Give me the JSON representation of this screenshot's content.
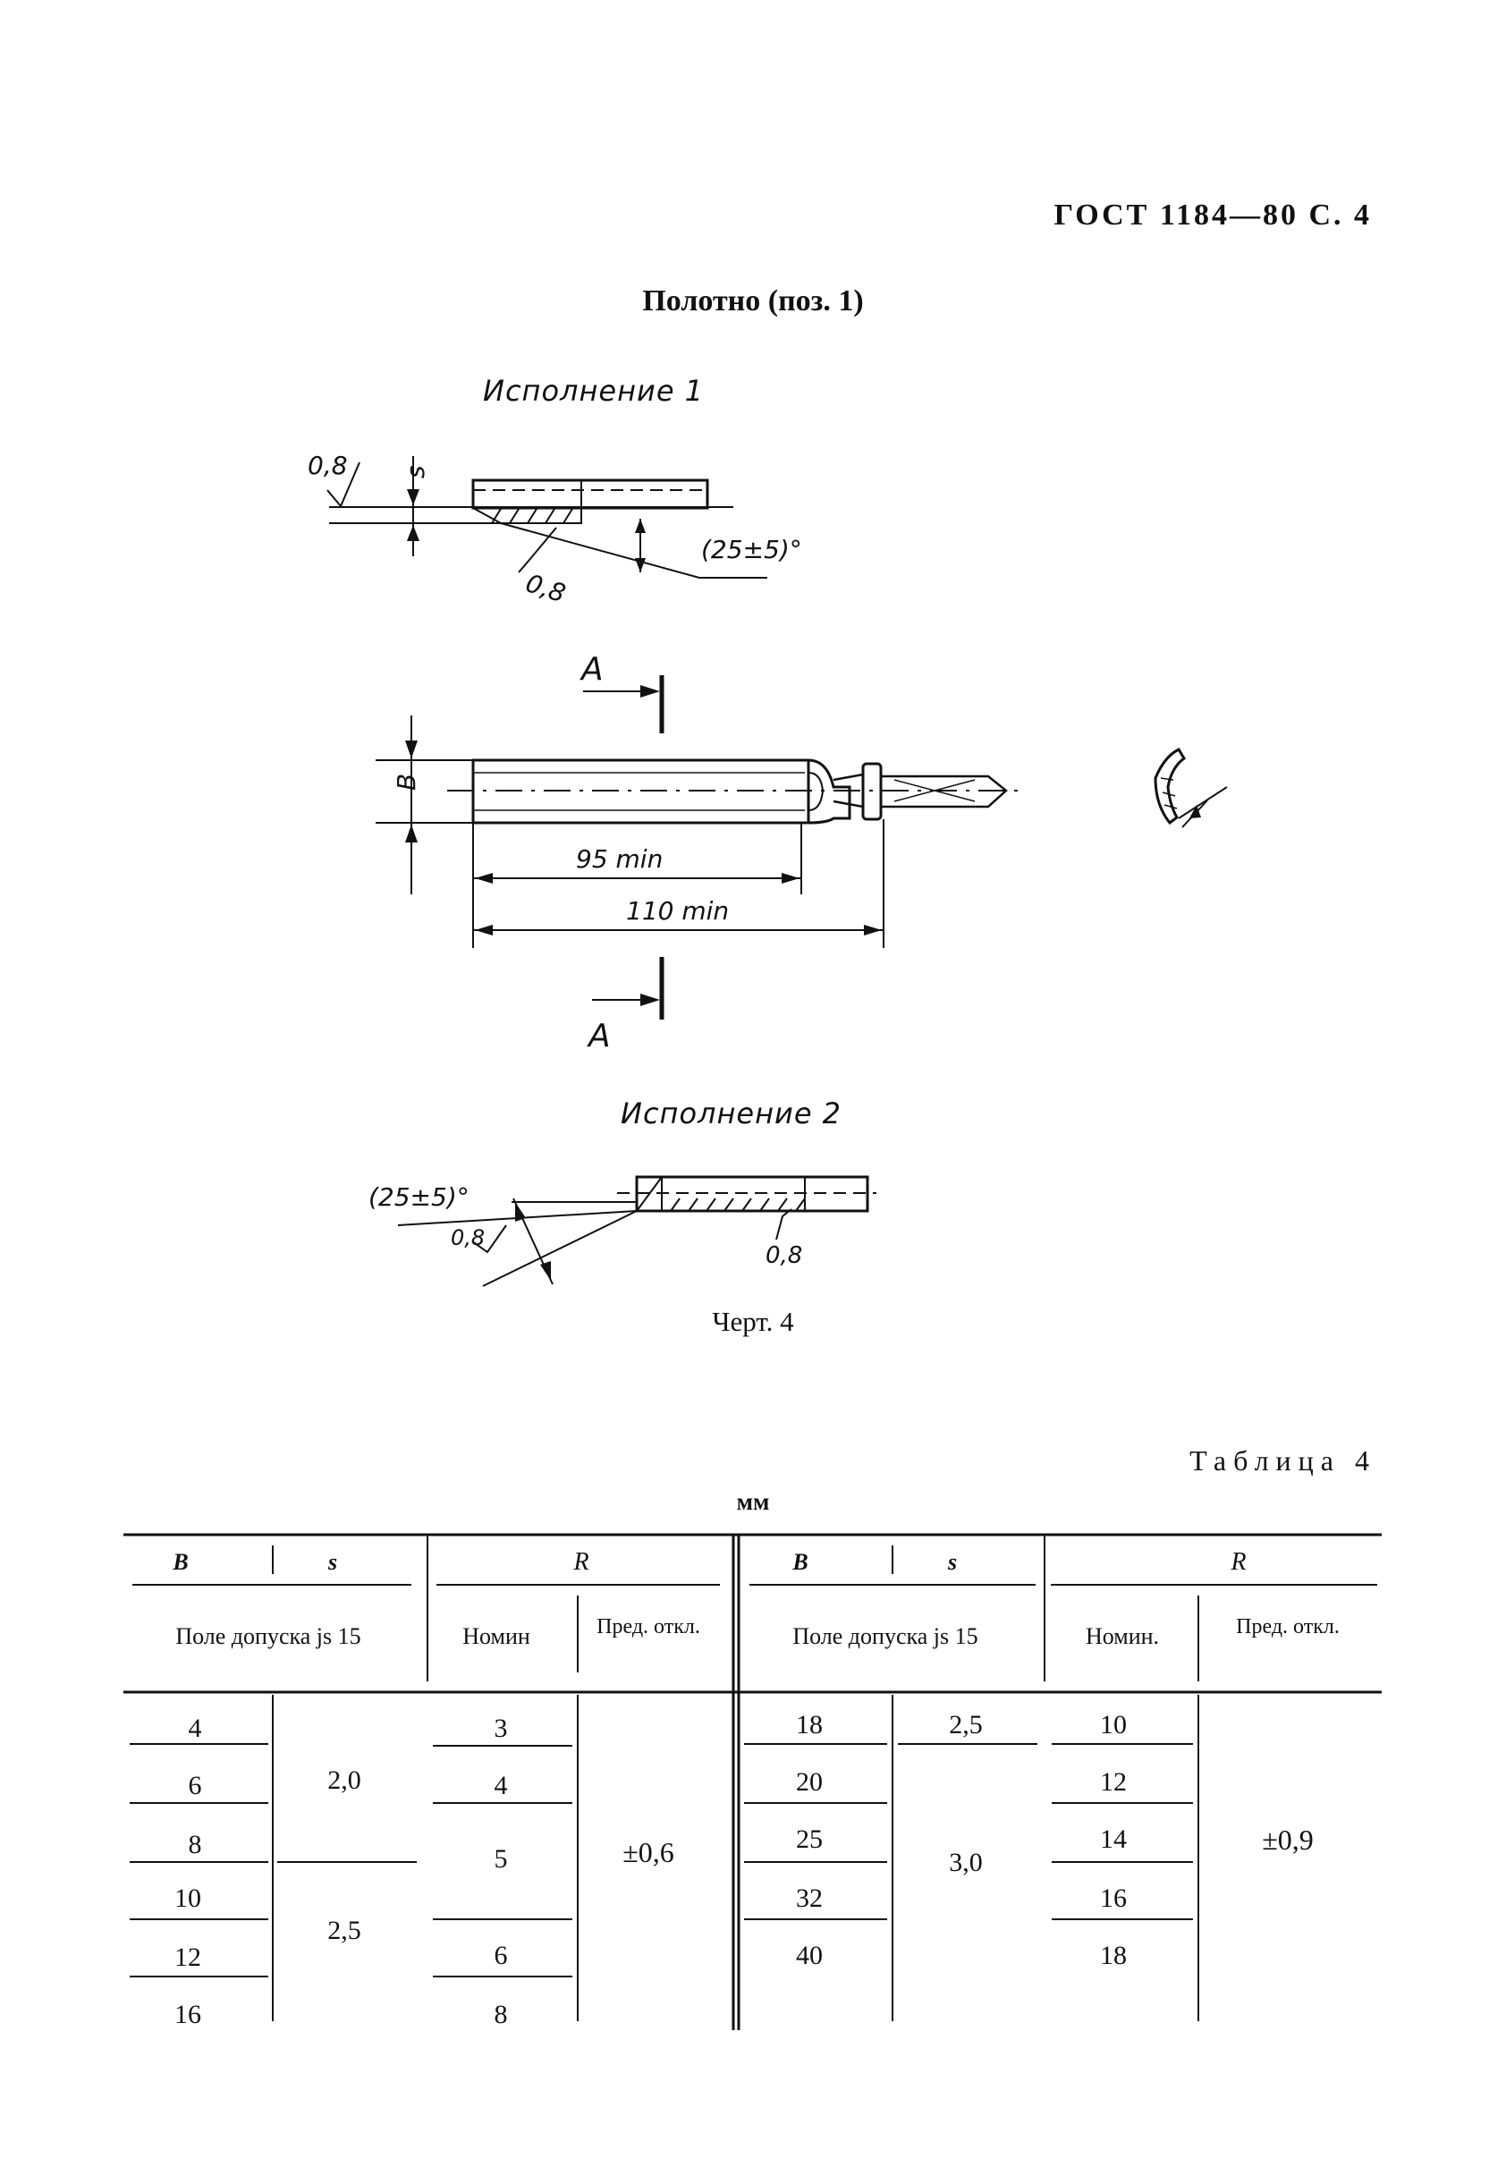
{
  "header": {
    "standard": "ГОСТ 1184—80 С. 4"
  },
  "section_title": "Полотно (поз. 1)",
  "figure": {
    "variant1_label": "Исполнение 1",
    "variant2_label": "Исполнение 2",
    "roughness_value": "0,8",
    "thickness_symbol": "s",
    "angle_label": "(25±5)°",
    "width_symbol": "B",
    "dim_95": "95 min",
    "dim_110": "110 min",
    "section_mark": "А",
    "caption": "Черт. 4"
  },
  "table": {
    "caption": "Таблица 4",
    "units": "мм",
    "left": {
      "col_b": "B",
      "col_s": "s",
      "col_r": "R",
      "tolerance_label": "Поле допуска js 15",
      "nominal_label": "Номин",
      "deviation_label": "Пред. откл.",
      "b_values": [
        "4",
        "6",
        "8",
        "10",
        "12",
        "16"
      ],
      "s_values": [
        "2,0",
        "2,5"
      ],
      "r_values": [
        "3",
        "4",
        "5",
        "6",
        "8"
      ],
      "deviation": "±0,6"
    },
    "right": {
      "col_b": "B",
      "col_s": "s",
      "col_r": "R",
      "tolerance_label": "Поле допуска js 15",
      "nominal_label": "Номин.",
      "deviation_label": "Пред. откл.",
      "b_values": [
        "18",
        "20",
        "25",
        "32",
        "40"
      ],
      "s_values": [
        "2,5",
        "3,0"
      ],
      "r_values": [
        "10",
        "12",
        "14",
        "16",
        "18"
      ],
      "deviation": "±0,9"
    }
  }
}
